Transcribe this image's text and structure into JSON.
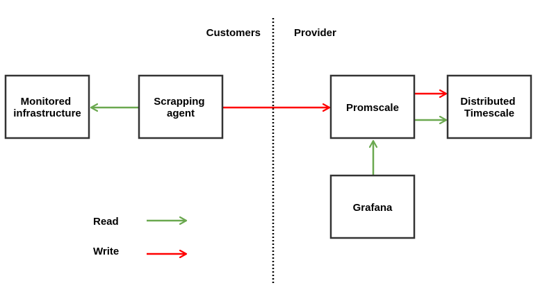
{
  "regions": {
    "left": "Customers",
    "right": "Provider"
  },
  "nodes": {
    "monitored": [
      "Monitored",
      "infrastructure"
    ],
    "agent": [
      "Scrapping",
      "agent"
    ],
    "promscale": [
      "Promscale"
    ],
    "timescale": [
      "Distributed",
      "Timescale"
    ],
    "grafana": [
      "Grafana"
    ]
  },
  "legend": {
    "read": "Read",
    "write": "Write"
  },
  "colors": {
    "read": "#6aa84f",
    "write": "#ff0000",
    "border": "#333333"
  }
}
